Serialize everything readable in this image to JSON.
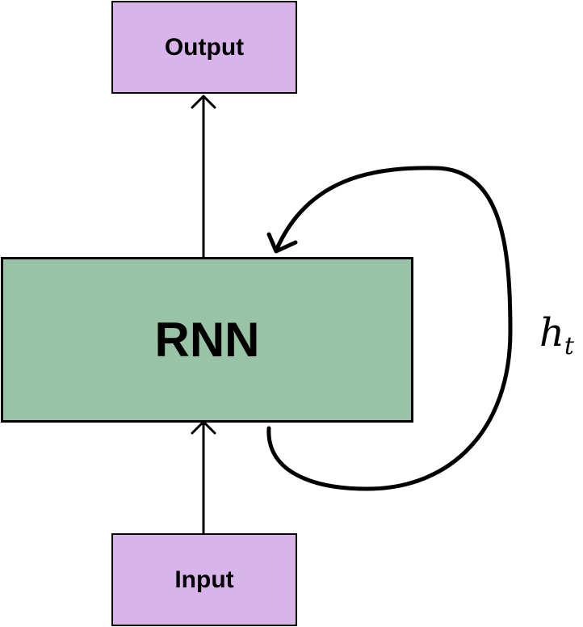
{
  "colors": {
    "io_fill": "#d9b4ea",
    "rnn_fill": "#99c3a6",
    "stroke": "#000000"
  },
  "nodes": {
    "output": {
      "label": "Output"
    },
    "rnn": {
      "label": "RNN"
    },
    "input": {
      "label": "Input"
    }
  },
  "recurrence": {
    "label_main": "h",
    "label_sub": "t"
  }
}
